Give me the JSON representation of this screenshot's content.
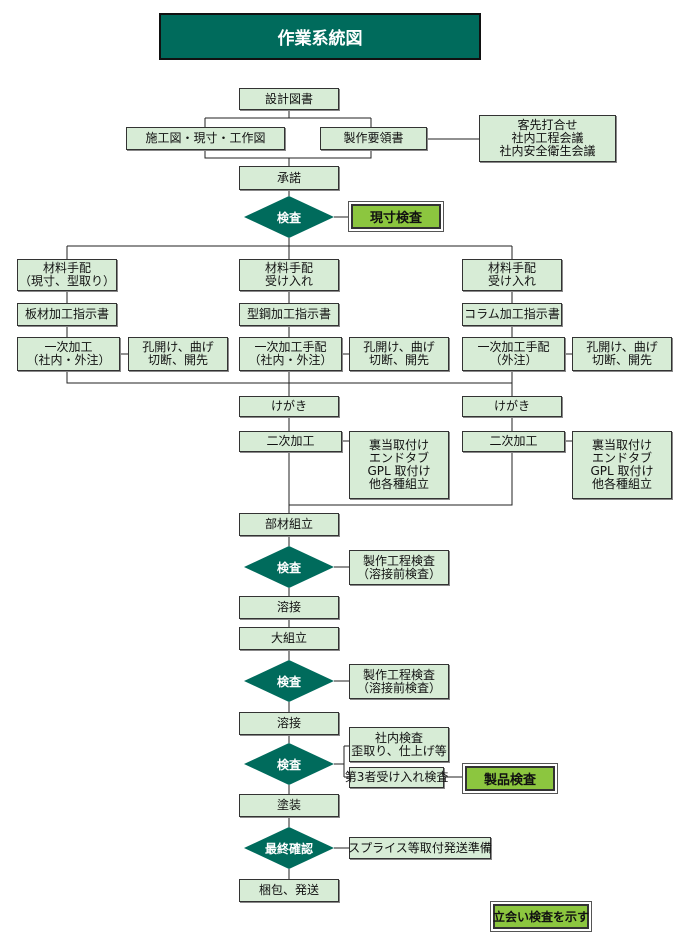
{
  "title": "作業系統図",
  "colors": {
    "title_bg": "#006b5c",
    "box_bg": "#d7ecd6",
    "diamond": "#006b5c",
    "witness": "#8cc63f"
  },
  "top": {
    "design_docs": "設計図書",
    "shop_drawings": "施工図・現寸・工作図",
    "manual": "製作要領書",
    "meetings": [
      "客先打合せ",
      "社内工程会議",
      "社内安全衛生会議"
    ],
    "approval": "承諾",
    "inspect1": "検査",
    "inspect1_witness": "現寸検査"
  },
  "columns": [
    {
      "material": [
        "材料手配",
        "（現寸、型取り）"
      ],
      "instruction": "板材加工指示書",
      "primary": [
        "一次加工",
        "（社内・外注）"
      ],
      "primary_ops": [
        "孔開け、曲げ",
        "切断、開先"
      ]
    },
    {
      "material": [
        "材料手配",
        "受け入れ"
      ],
      "instruction": "型鋼加工指示書",
      "primary": [
        "一次加工手配",
        "（社内・外注）"
      ],
      "primary_ops": [
        "孔開け、曲げ",
        "切断、開先"
      ]
    },
    {
      "material": [
        "材料手配",
        "受け入れ"
      ],
      "instruction": "コラム加工指示書",
      "primary": [
        "一次加工手配",
        "（外注）"
      ],
      "primary_ops": [
        "孔開け、曲げ",
        "切断、開先"
      ]
    }
  ],
  "secondary": [
    {
      "marking": "けがき",
      "process": "二次加工",
      "ops": [
        "裏当取付け",
        "エンドタブ",
        "GPL 取付け",
        "他各種組立"
      ]
    },
    {
      "marking": "けがき",
      "process": "二次加工",
      "ops": [
        "裏当取付け",
        "エンドタブ",
        "GPL 取付け",
        "他各種組立"
      ]
    }
  ],
  "flow": {
    "assembly": "部材組立",
    "inspect2": "検査",
    "inspect2_note": [
      "製作工程検査",
      "（溶接前検査）"
    ],
    "weld1": "溶接",
    "major_assembly": "大組立",
    "inspect3": "検査",
    "inspect3_note": [
      "製作工程検査",
      "（溶接前検査）"
    ],
    "weld2": "溶接",
    "inspect4": "検査",
    "inspect4_internal": [
      "社内検査",
      "歪取り、仕上げ等"
    ],
    "inspect4_third": "第3者受け入れ検査",
    "inspect4_witness": "製品検査",
    "painting": "塗装",
    "final": "最終確認",
    "final_note": "スプライス等取付発送準備",
    "shipping": "梱包、発送"
  },
  "legend": "立会い検査を示す"
}
